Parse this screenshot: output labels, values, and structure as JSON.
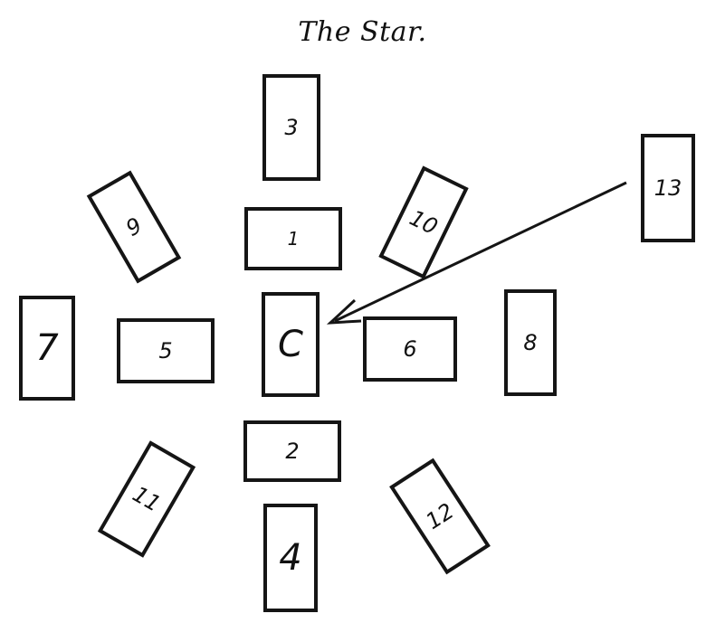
{
  "title": "The Star.",
  "cards": {
    "c1": "1",
    "c2": "2",
    "c3": "3",
    "c4": "4",
    "c5": "5",
    "c6": "6",
    "c7": "7",
    "c8": "8",
    "c9": "9",
    "c10": "10",
    "c11": "11",
    "c12": "12",
    "c13": "13",
    "center": "C"
  },
  "colors": {
    "ink": "#151515",
    "paper": "#ffffff"
  }
}
